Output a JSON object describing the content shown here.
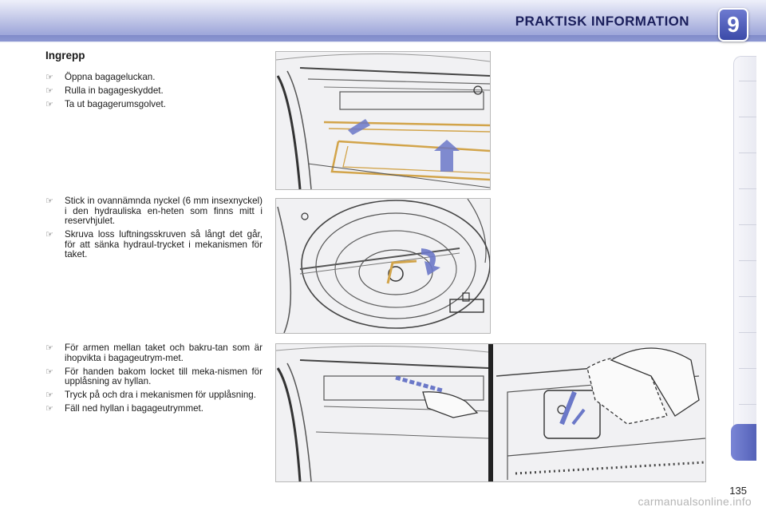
{
  "header": {
    "title": "PRAKTISK INFORMATION",
    "chapter": "9"
  },
  "section": {
    "title": "Ingrepp"
  },
  "steps_group1": [
    "Öppna bagageluckan.",
    "Rulla in bagageskyddet.",
    "Ta ut bagagerumsgolvet."
  ],
  "steps_group2": [
    "Stick in ovannämnda nyckel (6 mm insexnyckel) i den hydrauliska en-heten som finns mitt i reservhjulet.",
    "Skruva loss luftningsskruven så långt det går, för att sänka hydraul-trycket i mekanismen för taket."
  ],
  "steps_group3": [
    "För armen mellan taket och bakru-tan som är ihopvikta i bagageutrym-met.",
    "För handen bakom locket till meka-nismen för upplåsning av hyllan.",
    "Tryck på och dra i mekanismen för upplåsning.",
    "Fäll ned hyllan i bagageutrymmet."
  ],
  "bullet_icon": "pointing-hand-icon",
  "page_number": "135",
  "watermark": "carmanualsonline.info",
  "colors": {
    "accent": "#5461b8",
    "header_text": "#1b1f5c",
    "arrow": "#6b78c8",
    "highlight": "#d2a44a"
  }
}
